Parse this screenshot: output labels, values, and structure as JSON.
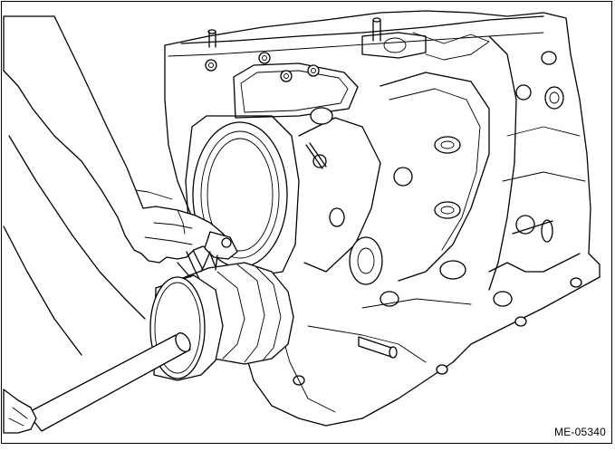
{
  "figure": {
    "reference_code": "ME-05340",
    "subject_icons": [
      "engine-block",
      "hand",
      "piston-ring-compressor",
      "hammer-handle"
    ]
  }
}
